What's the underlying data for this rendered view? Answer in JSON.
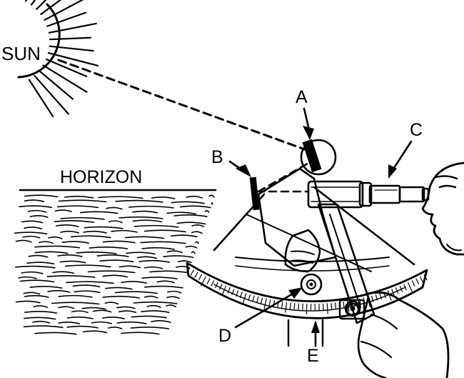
{
  "labels": {
    "sun": "SUN",
    "horizon": "HORIZON",
    "a": "A",
    "b": "B",
    "c": "C",
    "d": "D",
    "e": "E"
  },
  "colors": {
    "ink": "#000000",
    "paper": "#ffffff"
  },
  "icons": {
    "sun": "sun-icon",
    "sea": "sea-waves-icon",
    "sextant": "sextant-icon",
    "observer": "observer-icon"
  }
}
